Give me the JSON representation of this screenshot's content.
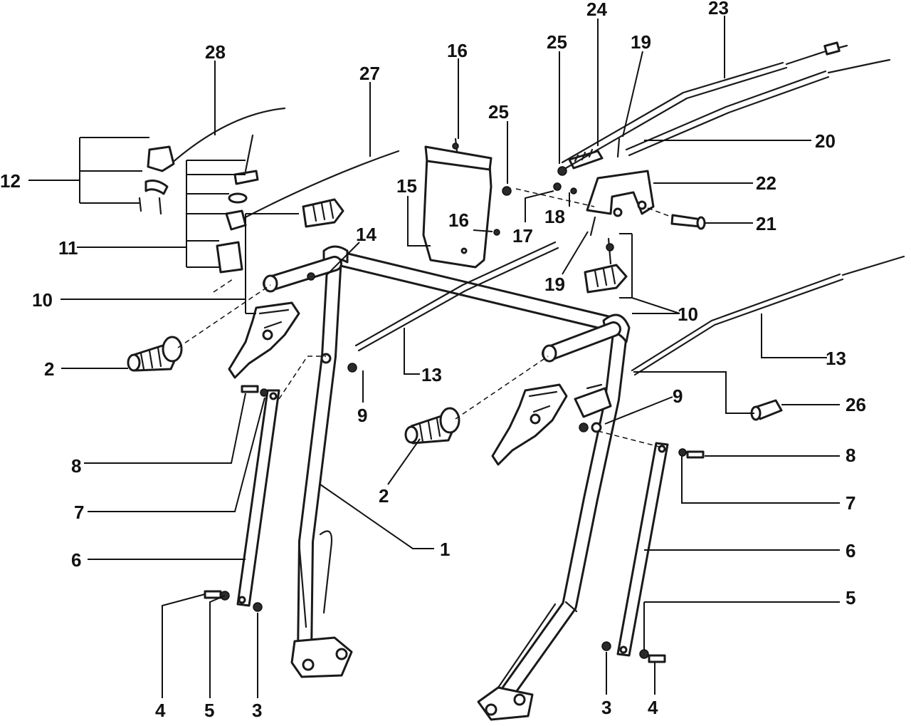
{
  "diagram": {
    "type": "exploded-parts-view",
    "callouts": {
      "c1": "1",
      "c2a": "2",
      "c2b": "2",
      "c3a": "3",
      "c3b": "3",
      "c4a": "4",
      "c4b": "4",
      "c5a": "5",
      "c5b": "5",
      "c6a": "6",
      "c6b": "6",
      "c7a": "7",
      "c7b": "7",
      "c8a": "8",
      "c8b": "8",
      "c9a": "9",
      "c9b": "9",
      "c10a": "10",
      "c10b": "10",
      "c11": "11",
      "c12": "12",
      "c13a": "13",
      "c13b": "13",
      "c14": "14",
      "c15": "15",
      "c16a": "16",
      "c16b": "16",
      "c17": "17",
      "c18": "18",
      "c19a": "19",
      "c19b": "19",
      "c20": "20",
      "c21": "21",
      "c22": "22",
      "c23": "23",
      "c24": "24",
      "c25a": "25",
      "c25b": "25",
      "c26": "26",
      "c27": "27",
      "c28": "28"
    }
  }
}
